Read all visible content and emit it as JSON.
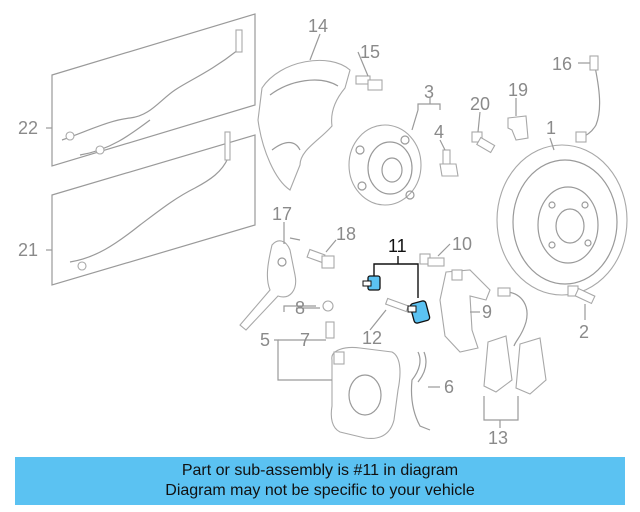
{
  "callouts": [
    "1",
    "2",
    "3",
    "4",
    "5",
    "6",
    "7",
    "8",
    "9",
    "10",
    "11",
    "12",
    "13",
    "14",
    "15",
    "16",
    "17",
    "18",
    "19",
    "20",
    "21",
    "22"
  ],
  "highlight_callout": "11",
  "highlight_color": "#5bc2f2",
  "banner": {
    "line1": "Part or sub-assembly is #11 in diagram",
    "line2": "Diagram may not be specific to your vehicle",
    "background": "#5bc2f2"
  }
}
